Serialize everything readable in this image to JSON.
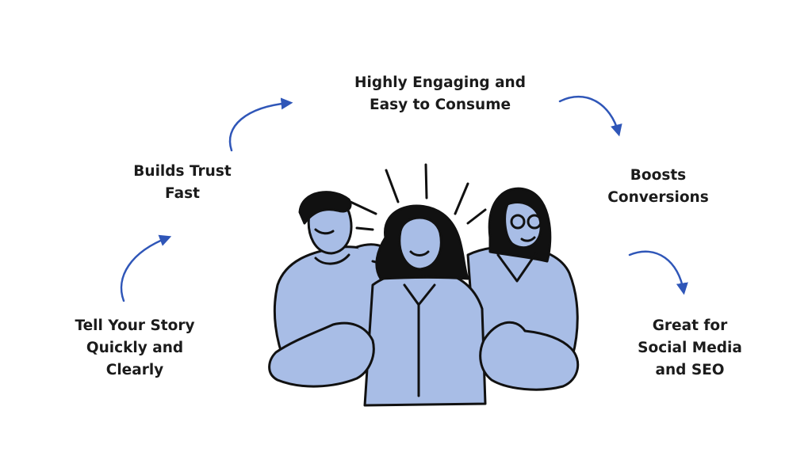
{
  "benefits": [
    {
      "lines": [
        "Tell Your Story",
        "Quickly and",
        "Clearly"
      ]
    },
    {
      "lines": [
        "Builds Trust",
        "Fast"
      ]
    },
    {
      "lines": [
        "Highly Engaging and",
        "Easy to Consume"
      ]
    },
    {
      "lines": [
        "Boosts",
        "Conversions"
      ]
    },
    {
      "lines": [
        "Great for",
        "Social Media",
        "and SEO"
      ]
    }
  ],
  "colors": {
    "text": "#1b1b1b",
    "arrow": "#2f56b8",
    "people_fill": "#a8bde6",
    "outline": "#111111"
  },
  "illustration": {
    "icon": "three-people-group-icon"
  }
}
